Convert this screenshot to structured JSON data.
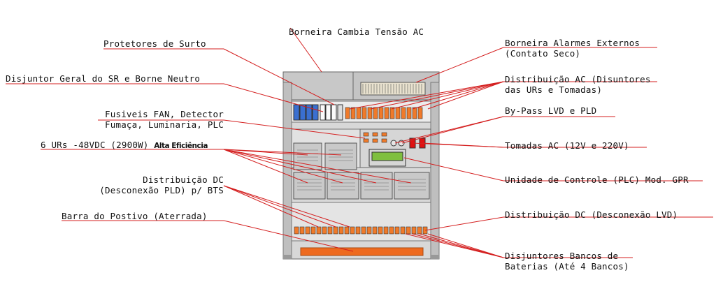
{
  "labels": {
    "borneira_cambia": "Borneira Cambia Tensão AC",
    "protetores": "Protetores de Surto",
    "disjuntor_geral": "Disjuntor Geral do SR e Borne Neutro",
    "fusiveis_1": "Fusiveis FAN, Detector",
    "fusiveis_2": "Fumaça, Luminaria, PLC",
    "urs": "6 URs -48VDC (2900W)",
    "urs_suffix": "Alta Eficiência",
    "distrib_dc_1": "Distribuição DC",
    "distrib_dc_2": "(Desconexão PLD) p/ BTS",
    "barra": "Barra do Postivo (Aterrada)",
    "alarmes_1": "Borneira Alarmes Externos",
    "alarmes_2": "(Contato Seco)",
    "distrib_ac_1": "Distribuição AC (Disuntores",
    "distrib_ac_2": "das URs e Tomadas)",
    "bypass": "By-Pass LVD e PLD",
    "tomadas": "Tomadas AC (12V e 220V)",
    "unidade": "Unidade de Controle (PLC) Mod. GPR",
    "distrib_lvd": "Distribuição DC (Desconexão LVD)",
    "bancos_1": "Disjuntores Bancos de",
    "bancos_2": "Baterias (Até 4 Bancos)"
  },
  "colors": {
    "leader": "#d41f1f",
    "cabinet": "#cfcfcf",
    "breaker_orange": "#f07a2a",
    "base_bar": "#ee6a1f",
    "display": "#7fbf3f",
    "switch_red": "#e01010"
  }
}
